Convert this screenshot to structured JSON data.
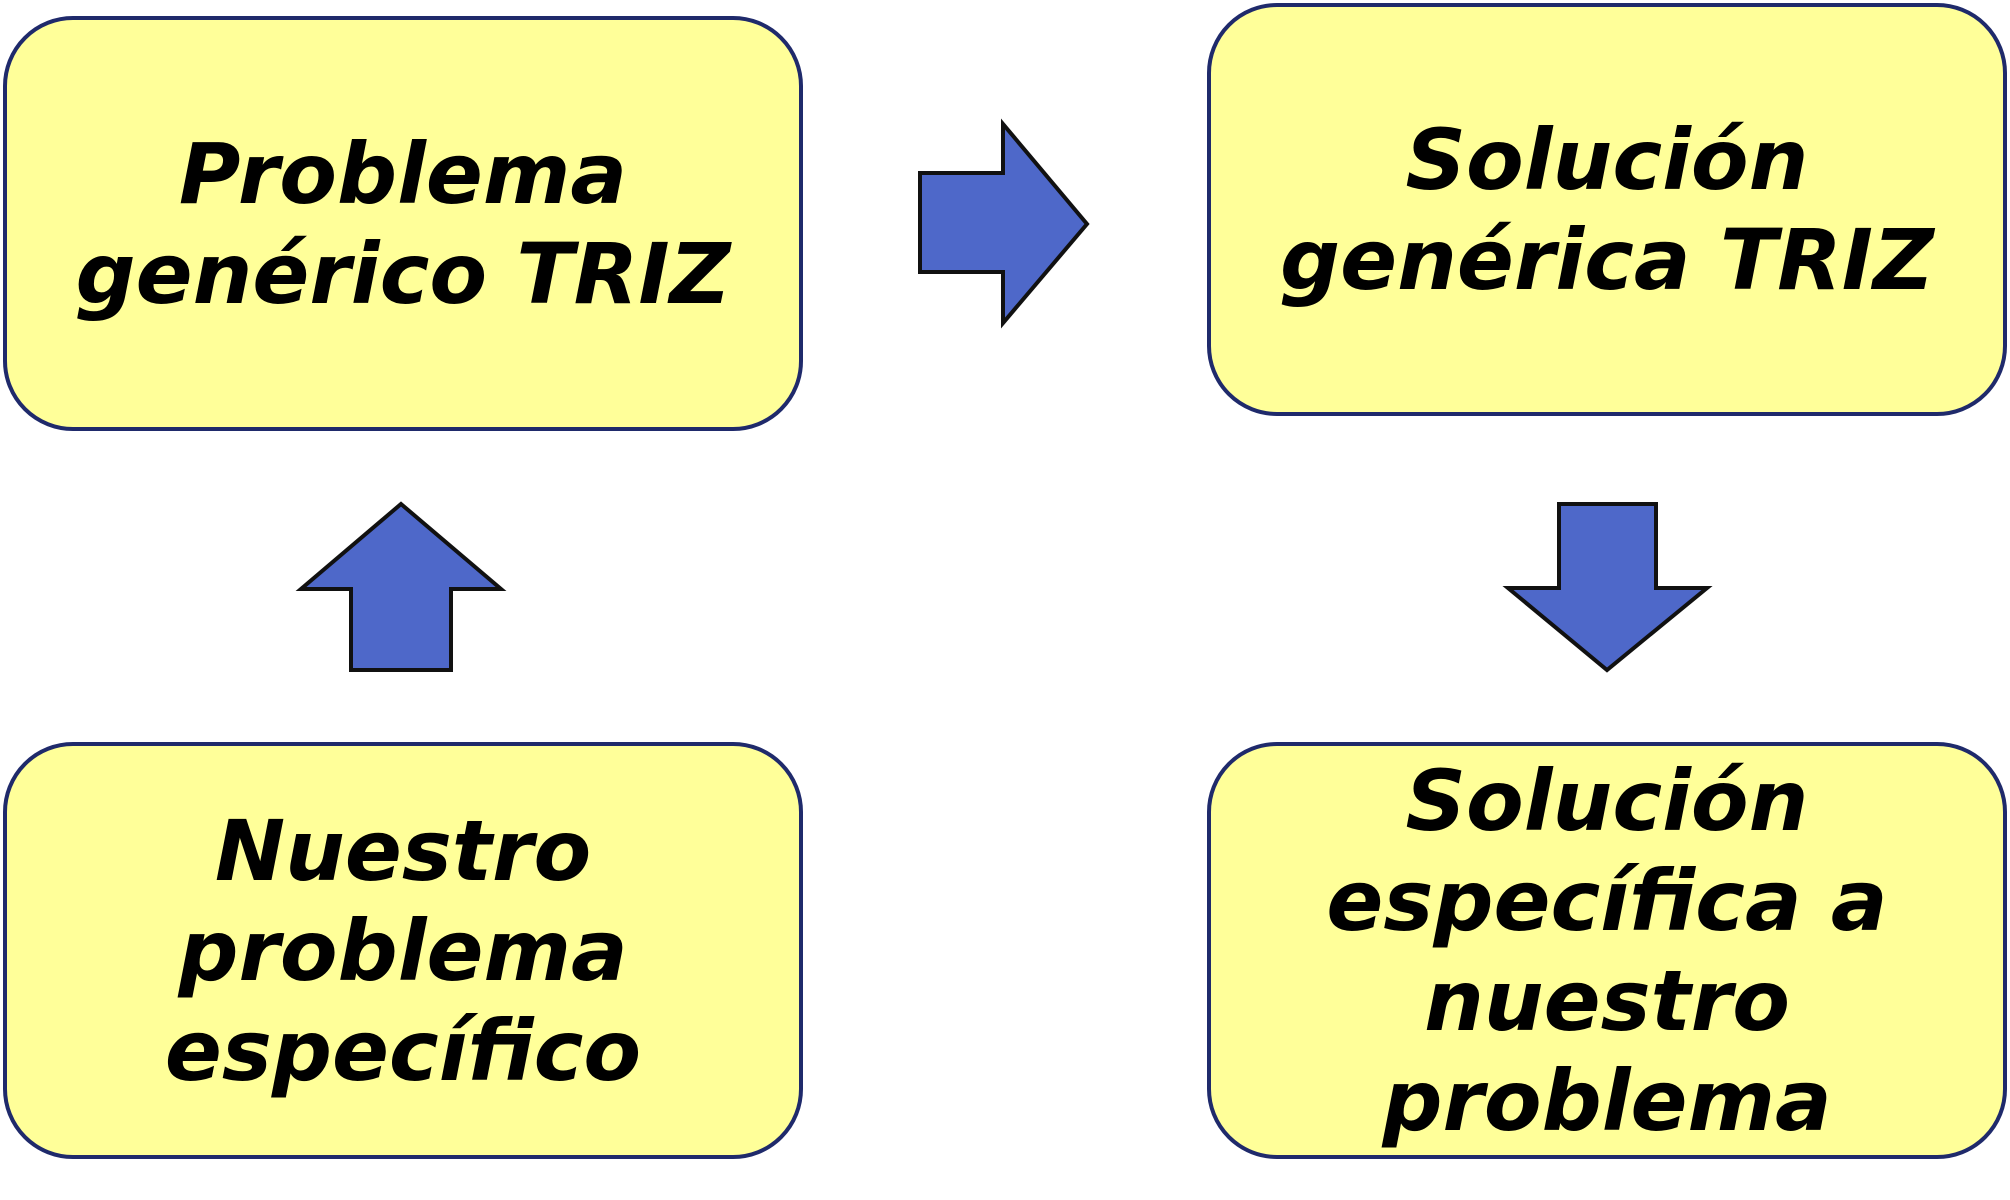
{
  "boxes": {
    "problem_generic": {
      "lines": [
        "Problema",
        "genérico TRIZ"
      ]
    },
    "solution_generic": {
      "lines": [
        "Solución",
        "genérica TRIZ"
      ]
    },
    "problem_specific": {
      "lines": [
        "Nuestro",
        "problema",
        "específico"
      ]
    },
    "solution_specific": {
      "lines": [
        "Solución",
        "específica a",
        "nuestro",
        "problema"
      ]
    }
  },
  "colors": {
    "box_fill": "#ffff99",
    "box_border": "#1f2a6b",
    "arrow_fill": "#4e68c9",
    "text": "#000000"
  },
  "arrows": {
    "specific_to_generic": "up-arrow-icon",
    "problem_to_solution": "right-arrow-icon",
    "generic_to_specific": "down-arrow-icon"
  }
}
